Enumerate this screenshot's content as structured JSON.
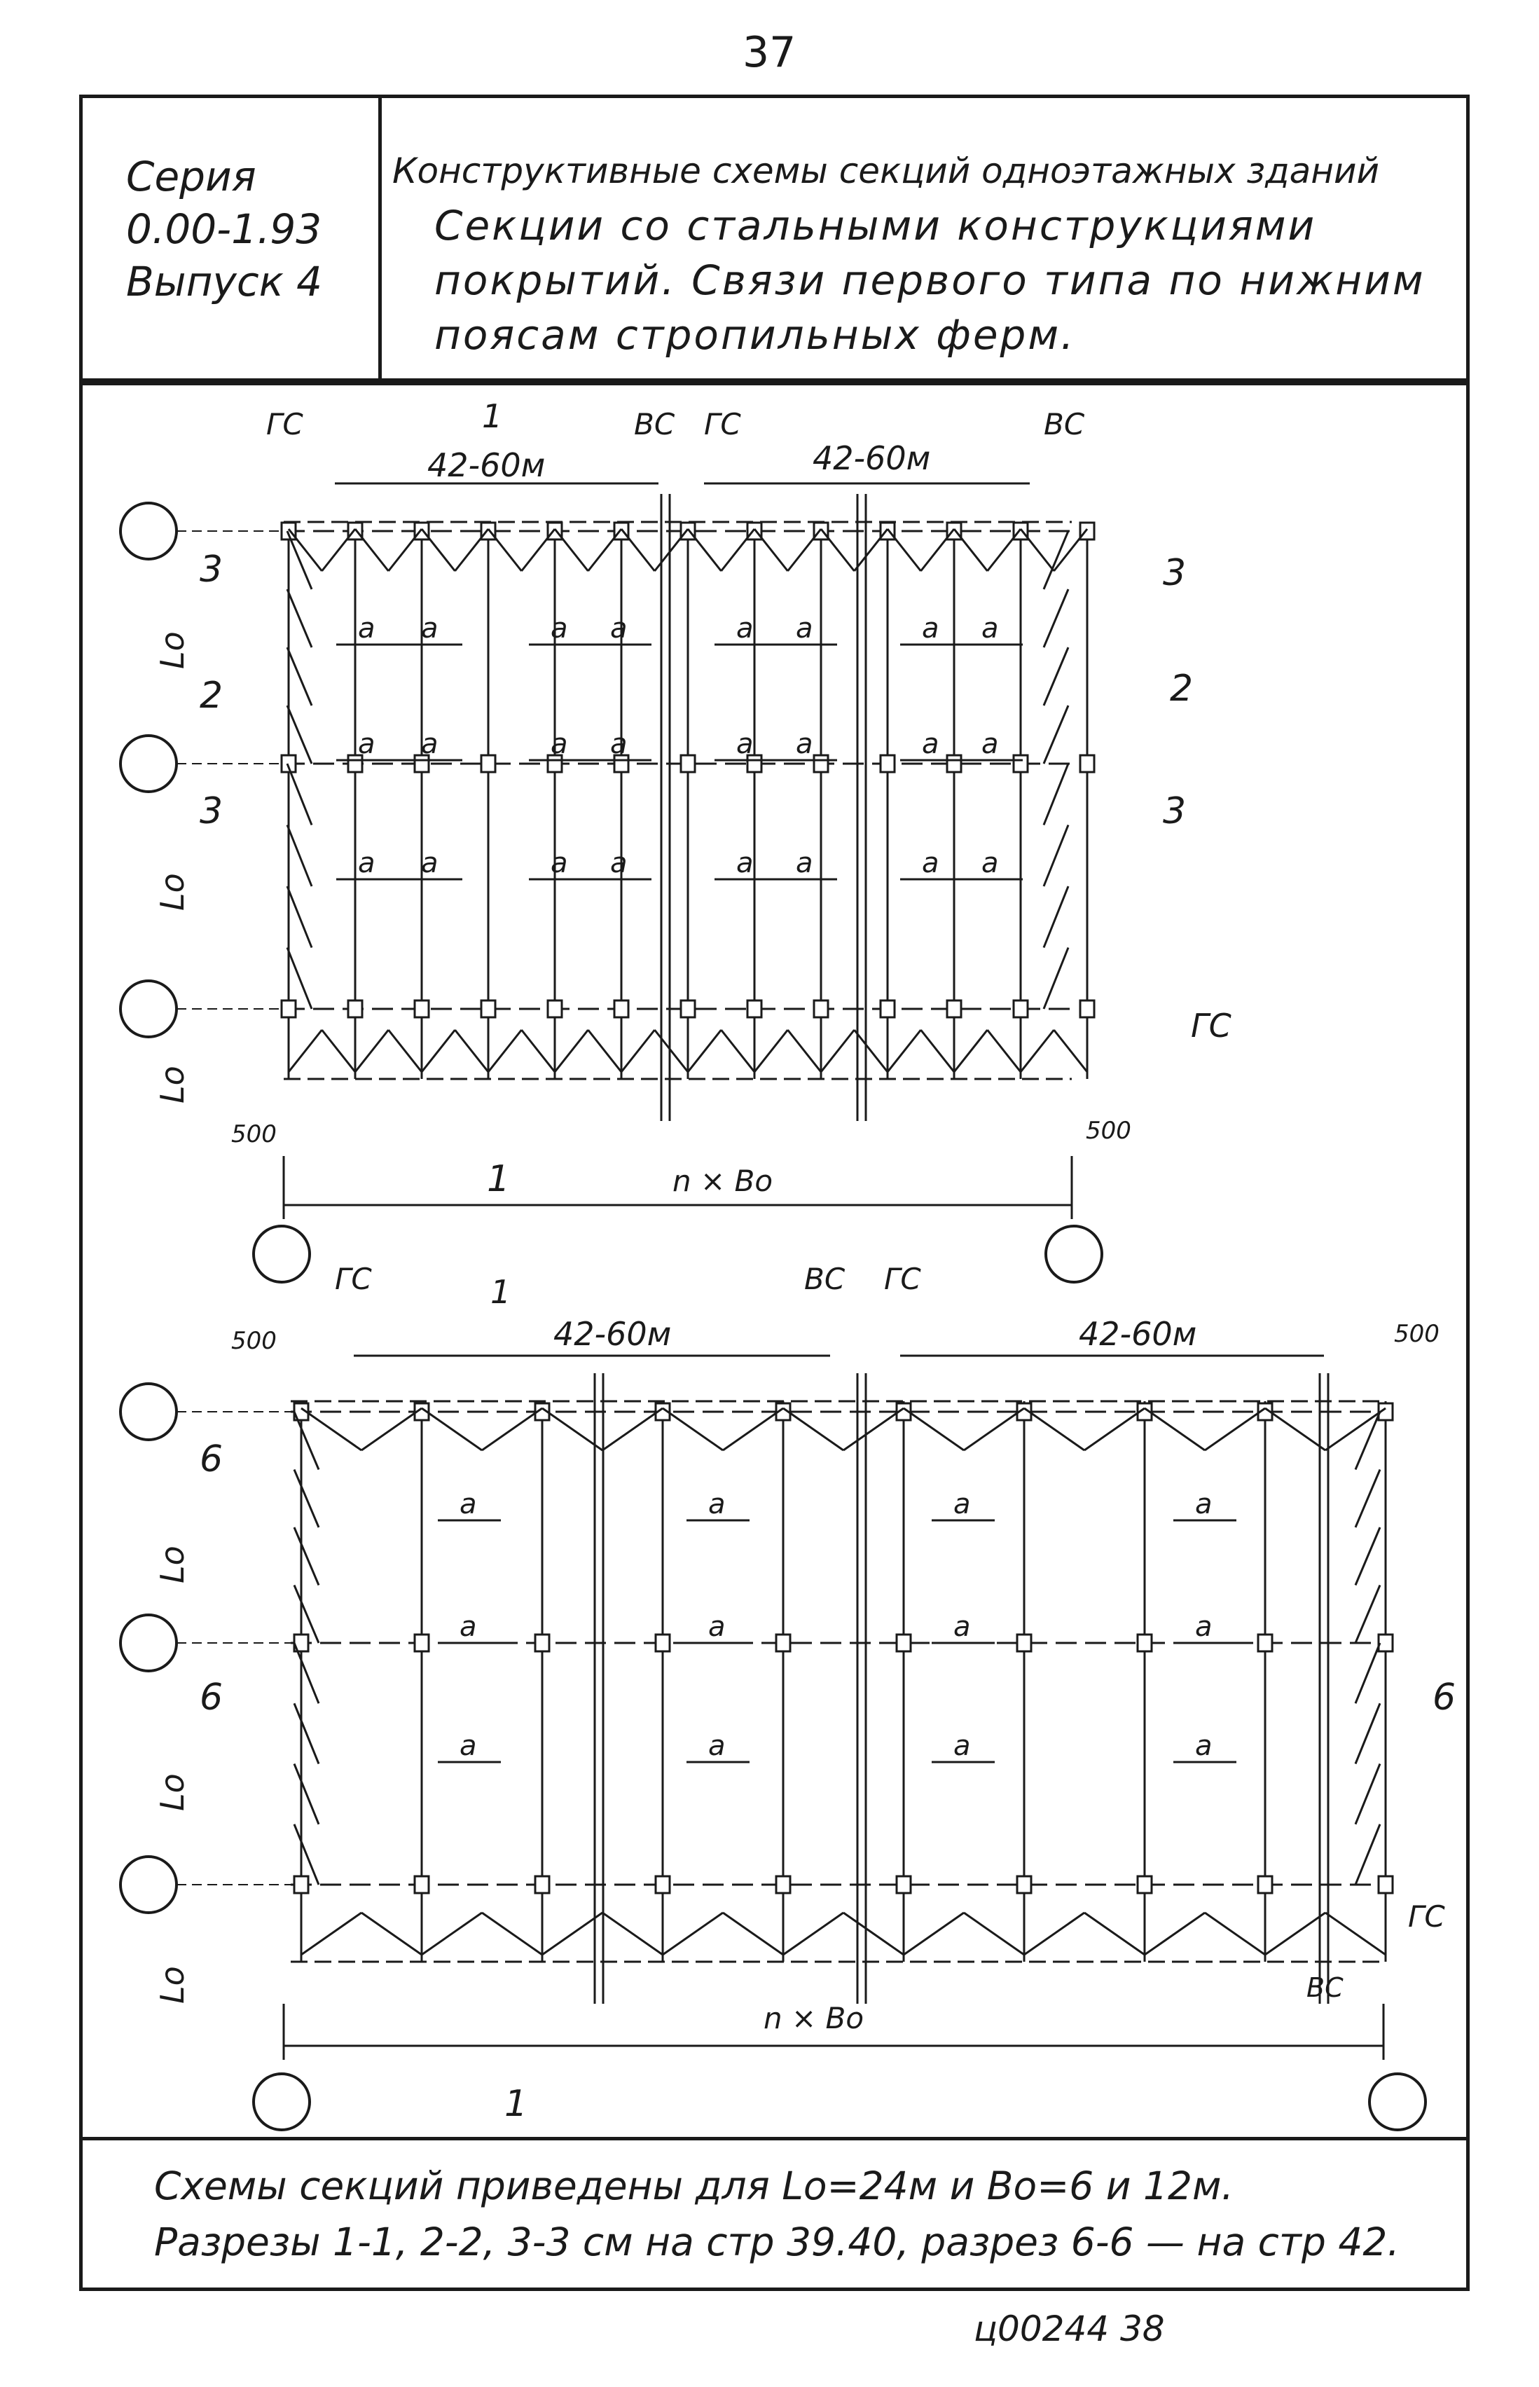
{
  "page_number": "37",
  "header": {
    "series_line1": "Серия",
    "series_line2": "0.00-1.93",
    "series_line3": "Выпуск 4",
    "title_line1": "Конструктивные схемы секций одноэтажных зданий",
    "title_line2": "Секции со стальными конструкциями",
    "title_line3": "покрытий. Связи первого типа по нижним",
    "title_line4": "поясам стропильных ферм."
  },
  "diagram1": {
    "label_gc_left": "ГС",
    "label_section_1_top": "1",
    "label_vc_mid": "ВС",
    "label_gc_mid": "ГС",
    "label_vc_right": "ВС",
    "span_left": "42-60м",
    "span_right": "42-60м",
    "section_3_left_top": "3",
    "section_2_left": "2",
    "section_3_left_mid": "3",
    "section_3_right_top": "3",
    "section_2_right": "2",
    "section_3_right_mid": "3",
    "lo_label": "Lo",
    "a_label": "а",
    "gc_right": "ГС",
    "dim_500_left": "500",
    "dim_500_right": "500",
    "section_1_bottom": "1",
    "overall": "n × Bo"
  },
  "diagram2": {
    "label_gc_left": "ГС",
    "label_section_1_top": "1",
    "label_vc_mid": "ВС",
    "label_gc_mid": "ГС",
    "span_left": "42-60м",
    "span_right": "42-60м",
    "dim_500_left": "500",
    "dim_500_right": "500",
    "section_6_left_top": "6",
    "section_6_left_mid": "6",
    "section_6_right_mid": "6",
    "lo_label": "Lo",
    "a_label": "а",
    "gc_right": "ГС",
    "vc_bottom": "ВС",
    "overall": "n × Bo",
    "section_1_bottom": "1"
  },
  "footer": {
    "note_line1": "Схемы секций приведены для Lo=24м и Bo=6 и 12м.",
    "note_line2": "Разрезы 1-1, 2-2, 3-3 см на стр 39.40, разрез 6-6 — на стр 42.",
    "stamp": "ц00244  38"
  }
}
